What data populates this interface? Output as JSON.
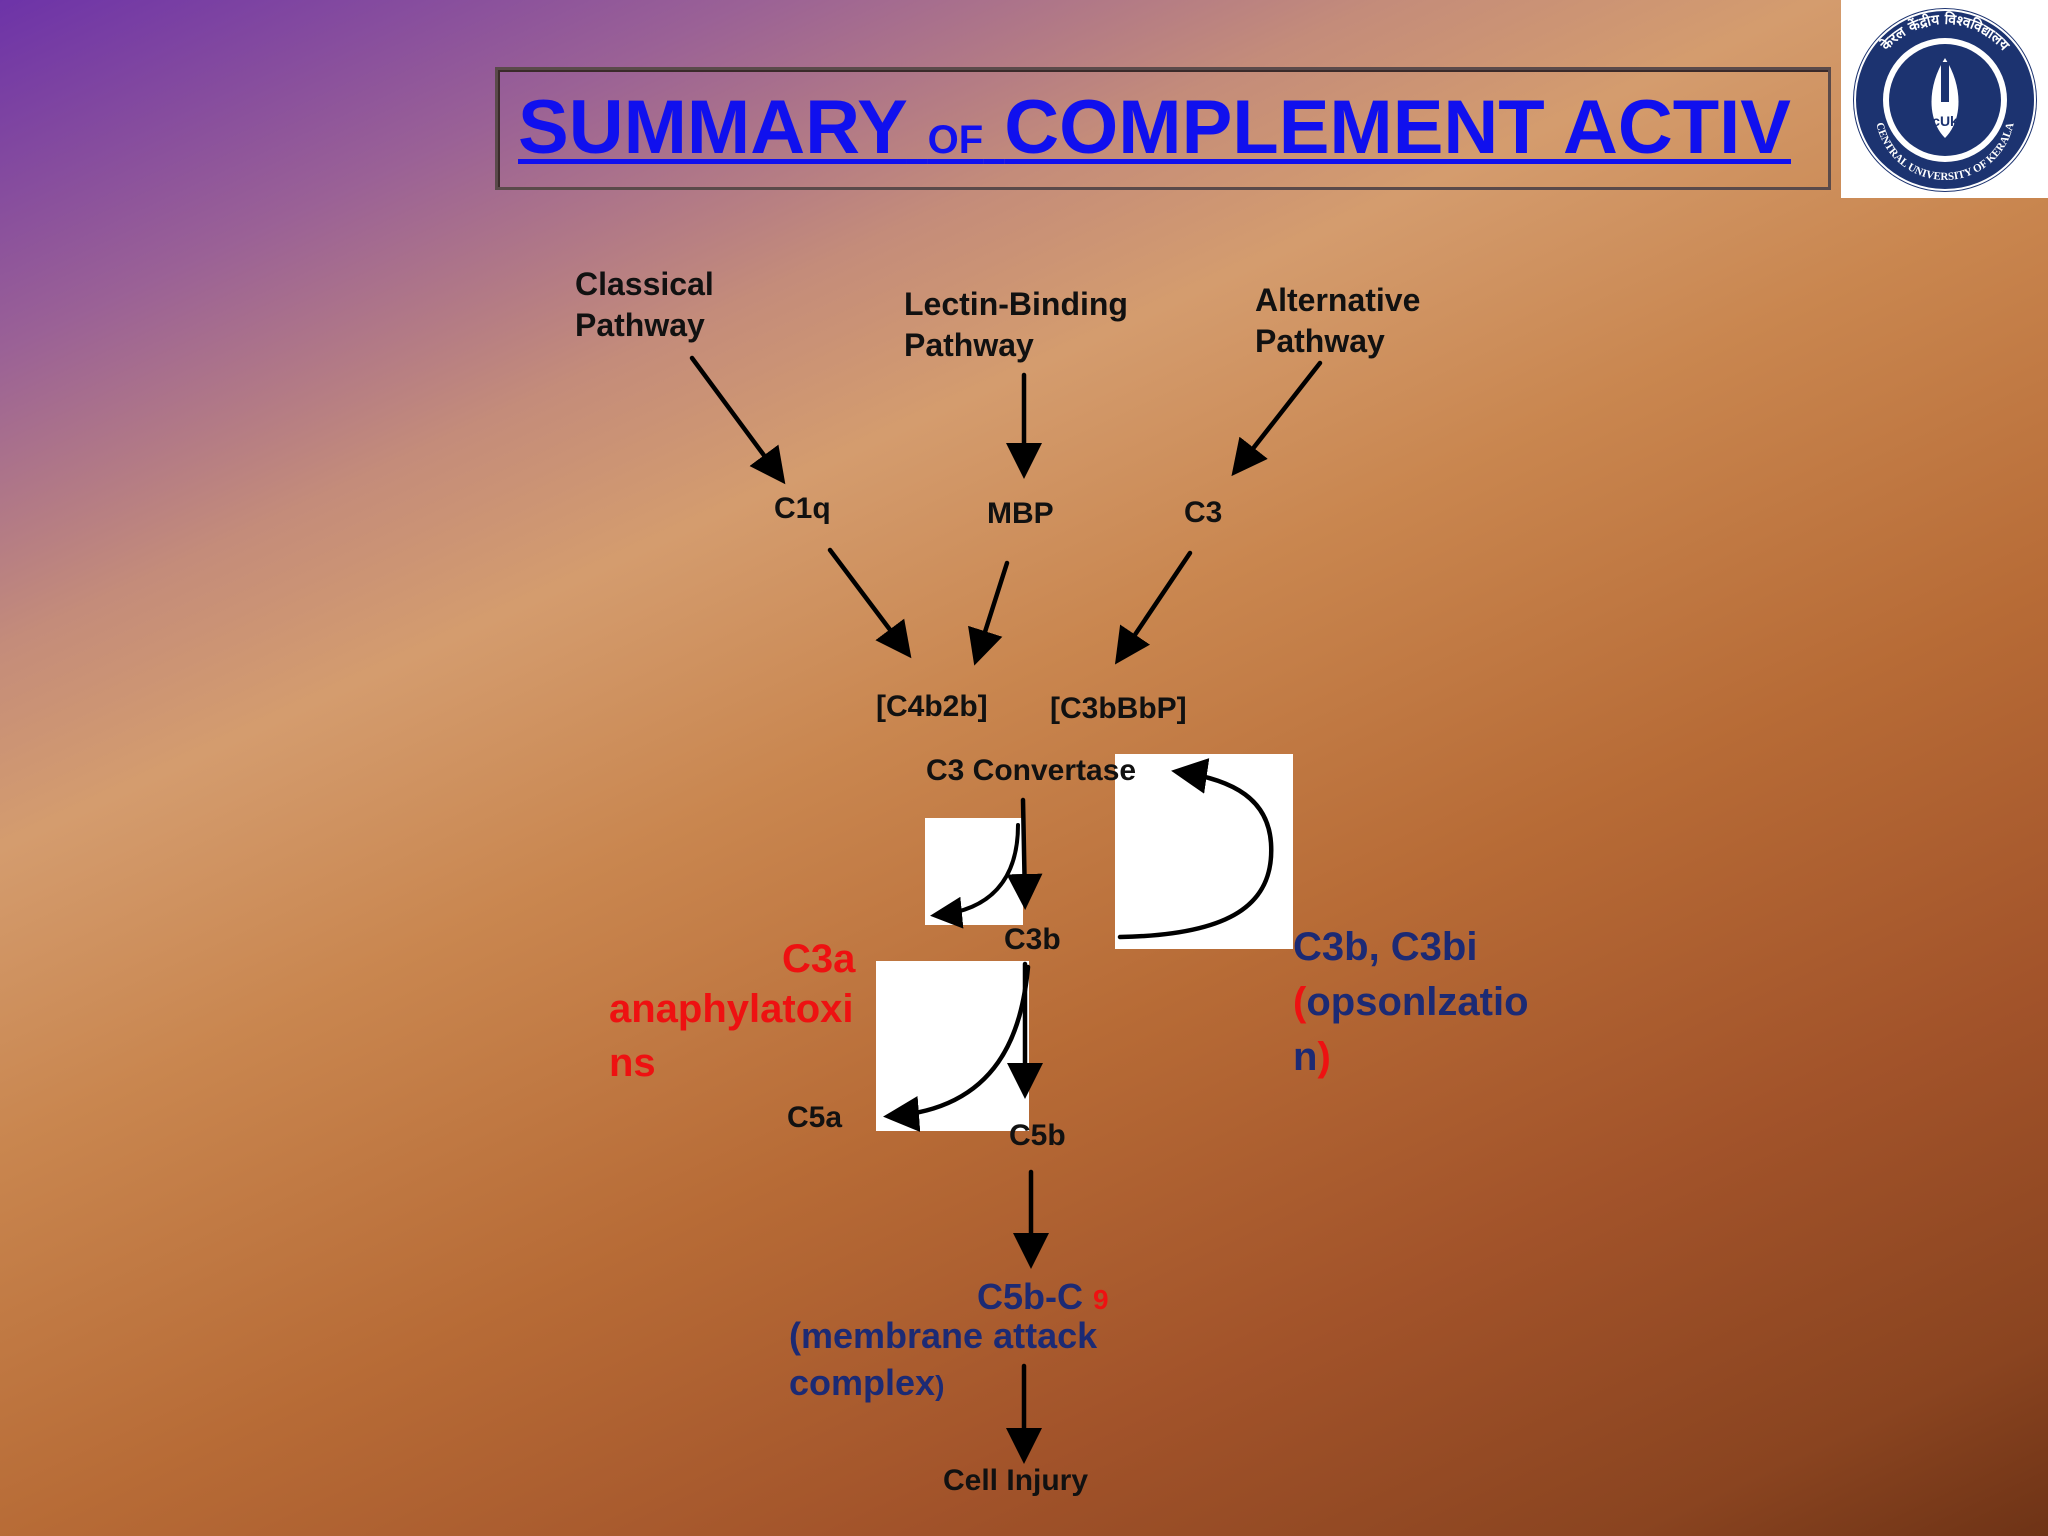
{
  "title": {
    "part1": "SUMMARY",
    "part2": "OF",
    "part3": "COMPLEMENT ACTIV"
  },
  "logo": {
    "text_top": "केरल केंद्रीय विश्वविद्यालय",
    "text_bottom": "CENTRAL UNIVERSITY OF KERALA",
    "monogram": "cUk"
  },
  "pathways": {
    "classical": [
      "Classical",
      "Pathway"
    ],
    "lectin": [
      "Lectin-Binding",
      "Pathway"
    ],
    "alternative": [
      "Alternative",
      "Pathway"
    ]
  },
  "nodes": {
    "c1q": "C1q",
    "mbp": "MBP",
    "c3": "C3",
    "c4b2b": "[C4b2b]",
    "c3bbbp": "[C3bBbP]",
    "c3_convertase": "C3 Convertase",
    "c3b": "C3b",
    "c5a": "C5a",
    "c5b": "C5b",
    "cell_injury": "Cell Injury"
  },
  "annotations": {
    "c3a": "C3a",
    "anaphylatoxins_1": "anaphylatoxi",
    "anaphylatoxins_2": "ns",
    "opsonization_1": "C3b, C3bi",
    "opsonization_2_paren": "(",
    "opsonization_2_text": "opsonlzatio",
    "opsonization_3_text": "n",
    "opsonization_3_paren": ")",
    "mac_1": "C5b-C",
    "mac_1_sub": "9",
    "mac_2": "(membrane attack",
    "mac_3": "complex",
    "mac_3_paren": ")"
  },
  "colors": {
    "title": "#1010ee",
    "navy": "#1c2a74",
    "red": "#ee1111",
    "arrow": "#000000",
    "logo_blue": "#1c3370"
  }
}
